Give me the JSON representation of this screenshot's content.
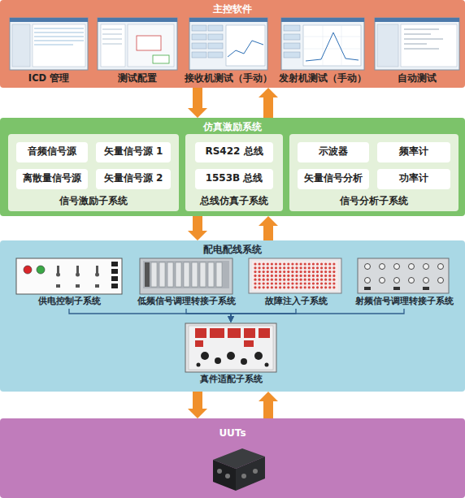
{
  "diagram": {
    "nodes": [
      {
        "text": [
          "主控软件"
        ]
      },
      {
        "text": [
          "ICD 管理"
        ],
        "in": 0
      },
      {
        "text": [
          "测试配置"
        ],
        "in": 0
      },
      {
        "text": [
          "接收机测试（手动）"
        ],
        "in": 0
      },
      {
        "text": [
          "发射机测试（手动）"
        ],
        "in": 0
      },
      {
        "text": [
          "自动测试"
        ],
        "in": 0
      },
      {
        "text": [
          "仿真激励系统"
        ]
      },
      {
        "text": [
          "信号激励子系统"
        ],
        "in": 6
      },
      {
        "text": [
          "音频信号源"
        ],
        "in": 7
      },
      {
        "text": [
          "矢量信号源 1"
        ],
        "in": 7
      },
      {
        "text": [
          "离散量信号源"
        ],
        "in": 7
      },
      {
        "text": [
          "矢量信号源 2"
        ],
        "in": 7
      },
      {
        "text": [
          "总线仿真子系统"
        ],
        "in": 6
      },
      {
        "text": [
          "RS422 总线"
        ],
        "in": 12
      },
      {
        "text": [
          "1553B 总线"
        ],
        "in": 12
      },
      {
        "text": [
          "信号分析子系统"
        ],
        "in": 6
      },
      {
        "text": [
          "示波器"
        ],
        "in": 15
      },
      {
        "text": [
          "频率计"
        ],
        "in": 15
      },
      {
        "text": [
          "矢量信号分析"
        ],
        "in": 15
      },
      {
        "text": [
          "功率计"
        ],
        "in": 15
      },
      {
        "text": [
          "配电配线系统"
        ]
      },
      {
        "text": [
          "供电控制子系统"
        ],
        "in": 20
      },
      {
        "text": [
          "低频信号调理转接子系统"
        ],
        "in": 20
      },
      {
        "text": [
          "故障注入子系统"
        ],
        "in": 20
      },
      {
        "text": [
          "射频信号调理转接子系统"
        ],
        "in": 20
      },
      {
        "text": [
          "真件适配子系统"
        ],
        "in": 20
      },
      {
        "text": [
          "UUTs"
        ]
      }
    ],
    "edges": [
      {
        "from": 0,
        "to": 6,
        "arrow": "to"
      },
      {
        "from": 6,
        "to": 0,
        "arrow": "to"
      },
      {
        "from": 6,
        "to": 20,
        "arrow": "to"
      },
      {
        "from": 20,
        "to": 6,
        "arrow": "to"
      },
      {
        "from": 20,
        "to": 26,
        "arrow": "to"
      },
      {
        "from": 26,
        "to": 20,
        "arrow": "to"
      },
      {
        "from": 21,
        "to": 25,
        "arrow": "to"
      },
      {
        "from": 22,
        "to": 25,
        "arrow": "to"
      },
      {
        "from": 23,
        "to": 25,
        "arrow": "to"
      },
      {
        "from": 24,
        "to": 25,
        "arrow": "to"
      }
    ]
  }
}
